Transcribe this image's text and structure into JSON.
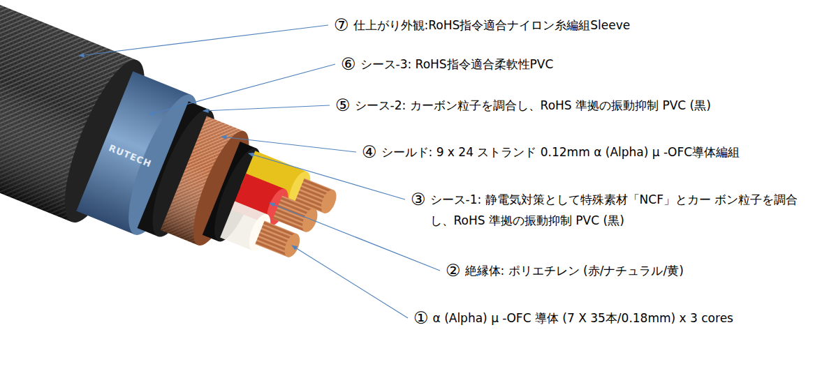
{
  "diagram": {
    "labels": [
      "⑦",
      "仕上がり外観:RoHS指令適合ナイロン糸編組Sleeve",
      "⑥",
      "シース-3: RoHS指令適合柔軟性PVC",
      "⑤",
      "シース-2: カーボン粒子を調合し、RoHS 準拠の振動抑制 PVC (黒)",
      "④",
      "シールド: 9 x 24 ストランド 0.12mm α (Alpha) μ -OFC導体編組",
      "③",
      "シース-1: 静電気対策として特殊素材「NCF」とカー ボン粒子を調合し、RoHS 準拠の振動抑制 PVC (黒)",
      "②",
      "絶縁体: ポリエチレン (赤/ナチュラル/黄)",
      "①",
      "α (Alpha) μ -OFC 導体 (7 X 35本/0.18mm) x 3 cores",
      "RUTECH"
    ]
  }
}
